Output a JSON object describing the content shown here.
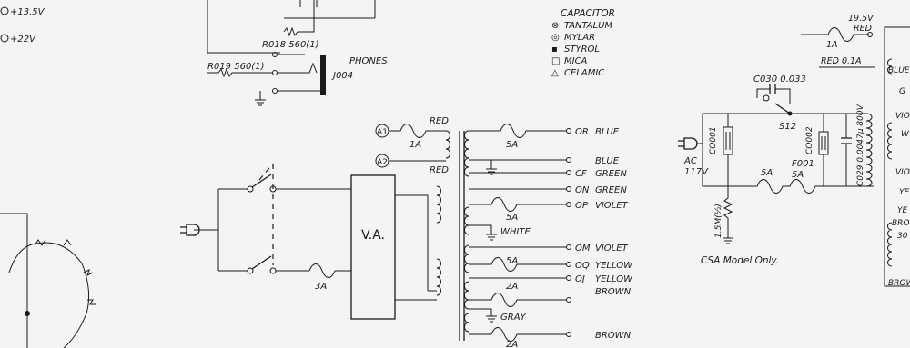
{
  "partial_voltages": [
    "+13.5V",
    "+22V"
  ],
  "phones_section": {
    "resistor_1": "R018 560(1)",
    "resistor_2": "R019 560(1)",
    "jack": "J004",
    "title": "PHONES"
  },
  "capacitor_legend": {
    "title": "CAPACITOR",
    "items": [
      {
        "symbol": "⊗",
        "label": "TANTALUM"
      },
      {
        "symbol": "◎",
        "label": "MYLAR"
      },
      {
        "symbol": "▪",
        "label": "STYROL"
      },
      {
        "symbol": "□",
        "label": "MICA"
      },
      {
        "symbol": "△",
        "label": "CELAMIC"
      }
    ]
  },
  "power_section": {
    "terminals": [
      "A1",
      "A2"
    ],
    "primary_fuse": "1A",
    "wire_red_1": "RED",
    "wire_red_2": "RED",
    "va_box": "V.A.",
    "switch_fuse": "3A",
    "outputs": [
      {
        "code": "OR",
        "color": "BLUE",
        "fuse": "5A"
      },
      {
        "code": "",
        "color": "BLUE",
        "fuse": ""
      },
      {
        "code": "CF",
        "color": "GREEN",
        "fuse": ""
      },
      {
        "code": "ON",
        "color": "GREEN",
        "fuse": ""
      },
      {
        "code": "OP",
        "color": "VIOLET",
        "fuse": ""
      },
      {
        "code": "",
        "color": "WHITE",
        "fuse": "5A"
      },
      {
        "code": "OM",
        "color": "VIOLET",
        "fuse": "5A"
      },
      {
        "code": "OQ",
        "color": "YELLOW",
        "fuse": ""
      },
      {
        "code": "OJ",
        "color": "YELLOW",
        "fuse": ""
      },
      {
        "code": "",
        "color": "BROWN",
        "fuse": "2A"
      },
      {
        "code": "",
        "color": "GRAY",
        "fuse": ""
      },
      {
        "code": "",
        "color": "BROWN",
        "fuse": "2A"
      }
    ]
  },
  "csa_section": {
    "ac": "AC",
    "ac_volts": "117V",
    "cap_c030": "C030 0.033",
    "switch": "S12",
    "c001": "CO001",
    "c002": "CO002",
    "c029": "C029 0.0047μ 800V",
    "fuse_f001": "F001",
    "fuse_f001_val": "5A",
    "fuse_other": "5A",
    "resistor": "1.5M(½)",
    "note": "CSA Model Only."
  },
  "right_section": {
    "volts": "19.5V",
    "red": "RED",
    "fuse": "1A",
    "red_fuse": "RED 0.1A",
    "wire_labels": [
      "BLUE",
      "G",
      "VIO",
      "W",
      "VIO",
      "YE",
      "YE",
      "BRO",
      "30",
      "BROW"
    ]
  }
}
